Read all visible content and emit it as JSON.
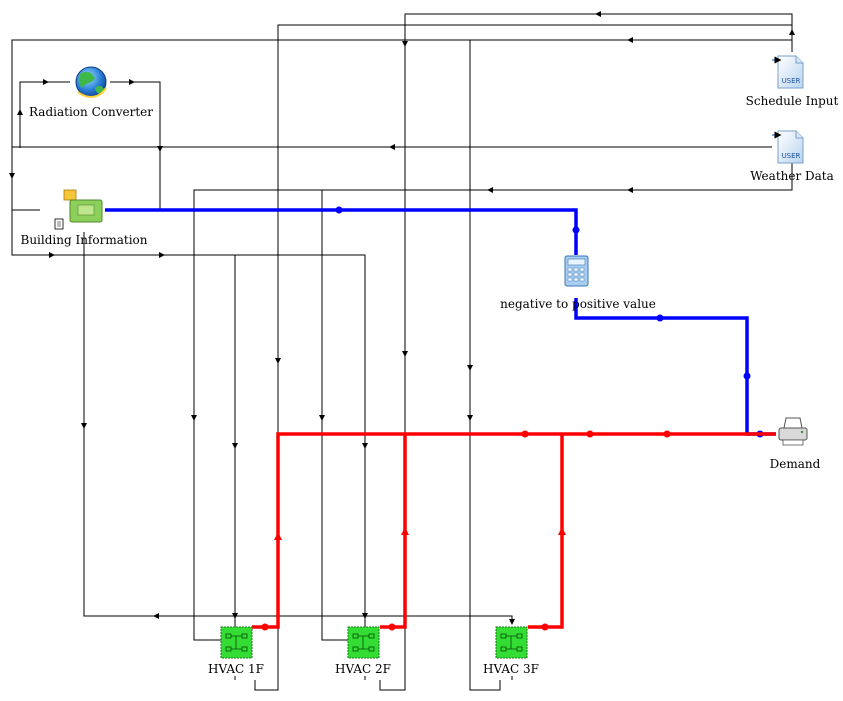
{
  "components": {
    "radiation_converter": "Radiation Converter",
    "building_information": "Building Information",
    "schedule_input": "Schedule Input",
    "weather_data": "Weather Data",
    "calculator": "negative to positive value",
    "demand": "Demand",
    "hvac_1f": "HVAC 1F",
    "hvac_2f": "HVAC 2F",
    "hvac_3f": "HVAC 3F"
  },
  "icons": {
    "user_file_text": "USER",
    "radiation_converter": "globe-icon",
    "building_information": "building-block-icon",
    "calculator": "calculator-icon",
    "demand": "printer-icon",
    "hvac": "hvac-unit-icon"
  },
  "colors": {
    "blue_link": "#0000ff",
    "red_link": "#ff0000",
    "control_link": "#000000",
    "hvac_fill": "#33dd33"
  }
}
